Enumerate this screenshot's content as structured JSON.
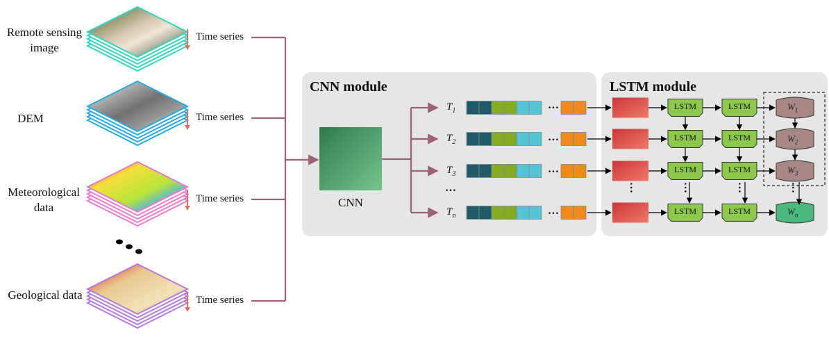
{
  "sources": [
    {
      "label": "Remote sensing\nimage",
      "layer_color": "#34d3c4",
      "tile": "remote-sensing"
    },
    {
      "label": "DEM",
      "layer_color": "#2aa9e0",
      "tile": "dem"
    },
    {
      "label": "Meteorological\ndata",
      "layer_color": "#e97ad2",
      "tile": "meteorological"
    },
    {
      "label": "Geological data",
      "layer_color": "#b57ae0",
      "tile": "geological"
    }
  ],
  "time_series_label": "Time series",
  "cnn_panel": {
    "title": "CNN module",
    "cnn_label": "CNN"
  },
  "lstm_panel": {
    "title": "LSTM module",
    "cell_label": "LSTM"
  },
  "steps": [
    {
      "t_main": "T",
      "t_sub": "1",
      "w_main": "W",
      "w_sub": "1"
    },
    {
      "t_main": "T",
      "t_sub": "2",
      "w_main": "W",
      "w_sub": "2"
    },
    {
      "t_main": "T",
      "t_sub": "3",
      "w_main": "W",
      "w_sub": "3"
    },
    {
      "t_main": "T",
      "t_sub": "n",
      "w_main": "W",
      "w_sub": "n"
    }
  ],
  "ellipsis": "…",
  "colors": {
    "connector": "#9a6178",
    "panel_bg": "#e6e6e6",
    "arrow_red": "#e07060",
    "feature_darkteal": "#1f5a66",
    "feature_green": "#86ac22",
    "feature_cyan": "#57c4d4",
    "feature_orange": "#f08a1c",
    "lstm_fill": "#8cc84c",
    "w_fill": "#a88886",
    "w_last_fill": "#4cba7e"
  }
}
